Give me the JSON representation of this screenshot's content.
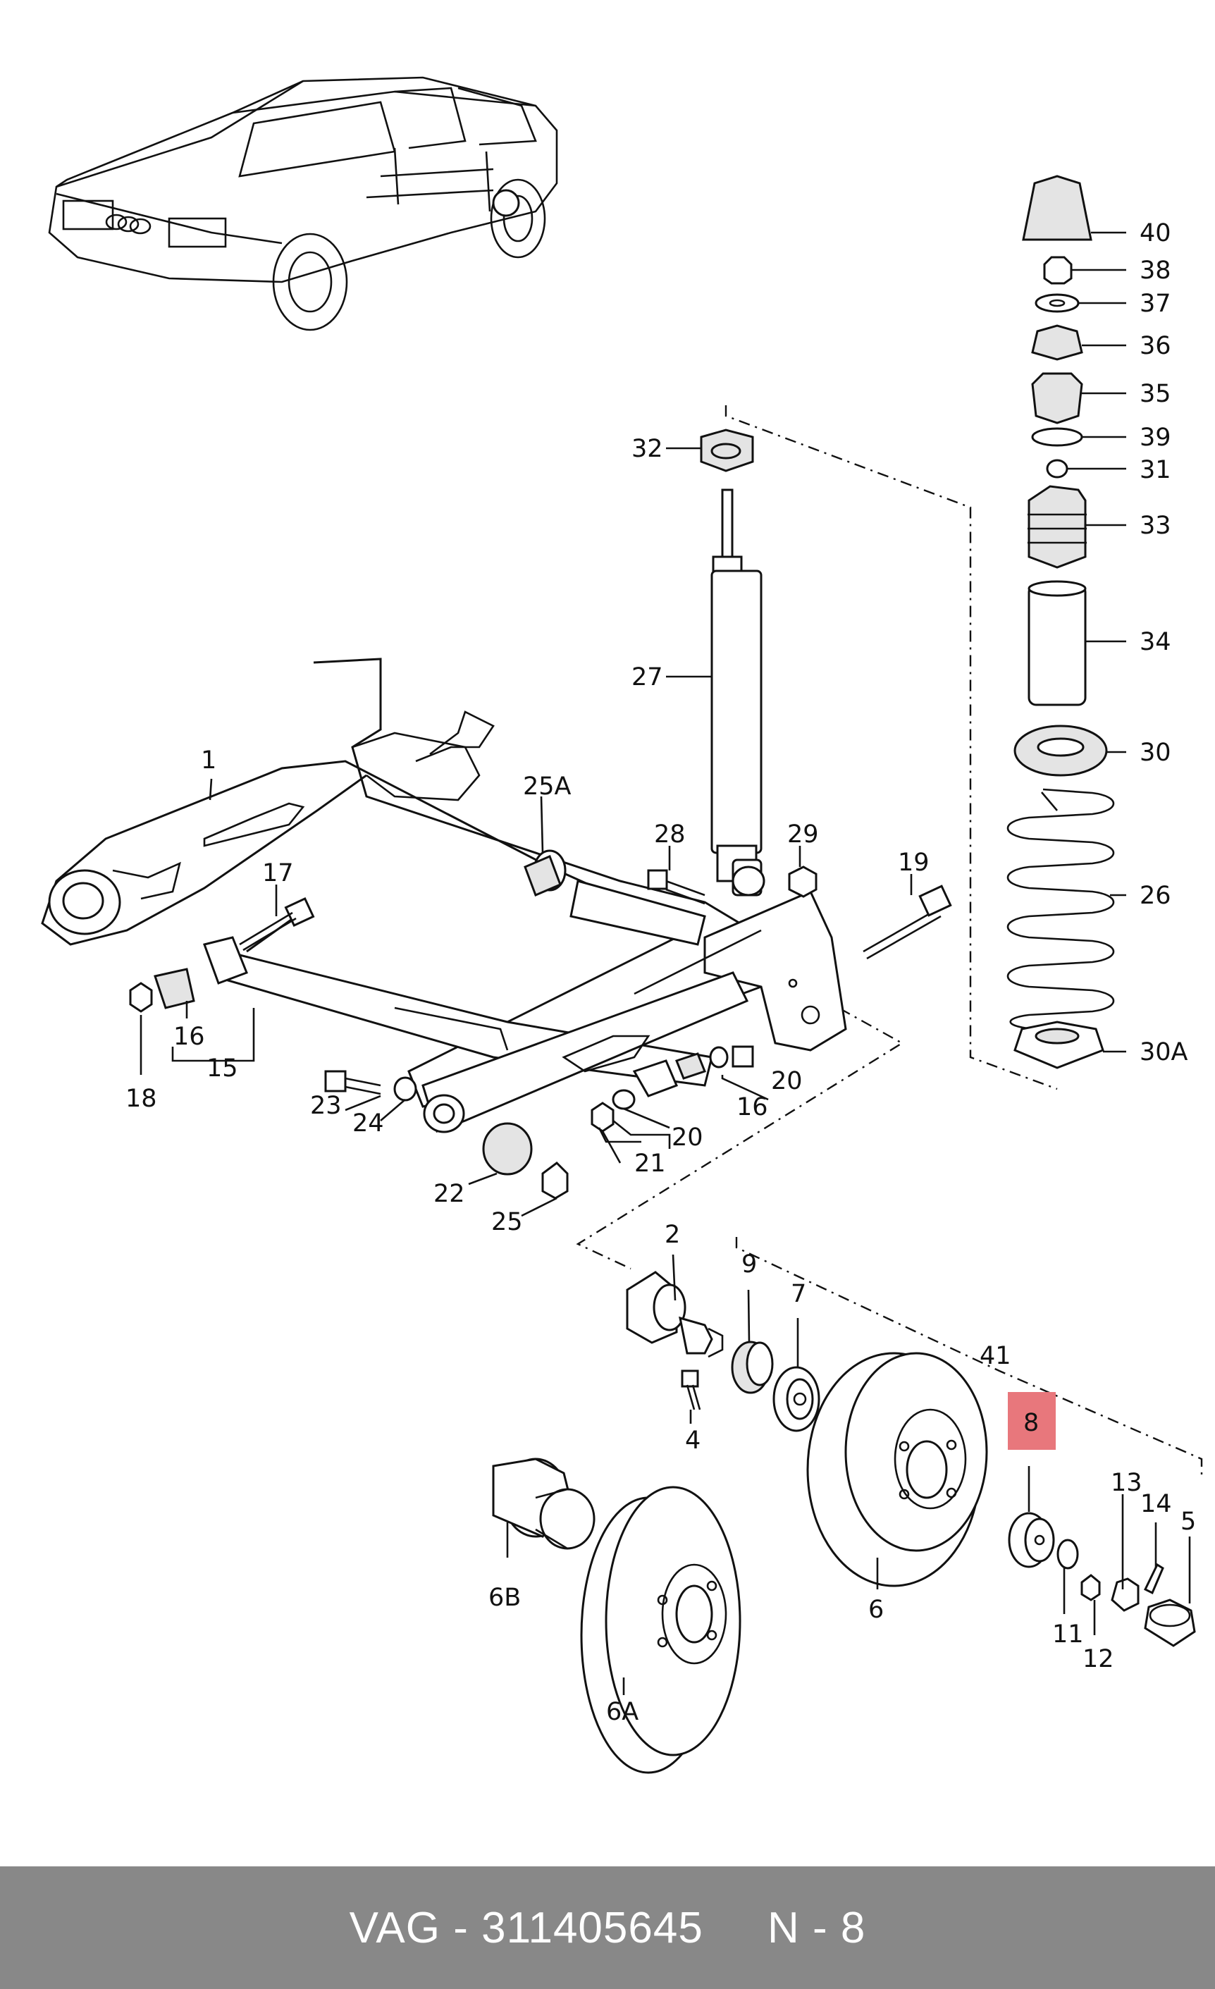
{
  "diagram": {
    "labels": {
      "p1": "1",
      "p2": "2",
      "p4": "4",
      "p5": "5",
      "p6": "6",
      "p6A": "6A",
      "p6B": "6B",
      "p7": "7",
      "p8": "8",
      "p9": "9",
      "p11": "11",
      "p12": "12",
      "p13": "13",
      "p14": "14",
      "p15": "15",
      "p16a": "16",
      "p16b": "16",
      "p17": "17",
      "p18": "18",
      "p19": "19",
      "p20a": "20",
      "p20b": "20",
      "p21": "21",
      "p22": "22",
      "p23": "23",
      "p24": "24",
      "p25": "25",
      "p25A": "25A",
      "p26": "26",
      "p27": "27",
      "p28": "28",
      "p29": "29",
      "p30": "30",
      "p30A": "30A",
      "p31": "31",
      "p32": "32",
      "p33": "33",
      "p34": "34",
      "p35": "35",
      "p36": "36",
      "p37": "37",
      "p38": "38",
      "p39": "39",
      "p40": "40",
      "p41": "41"
    },
    "highlight": {
      "part": "8",
      "color": "#e8777c"
    }
  },
  "footer": {
    "text": "VAG - 311405645     N - 8",
    "bar_color": "#888888"
  }
}
